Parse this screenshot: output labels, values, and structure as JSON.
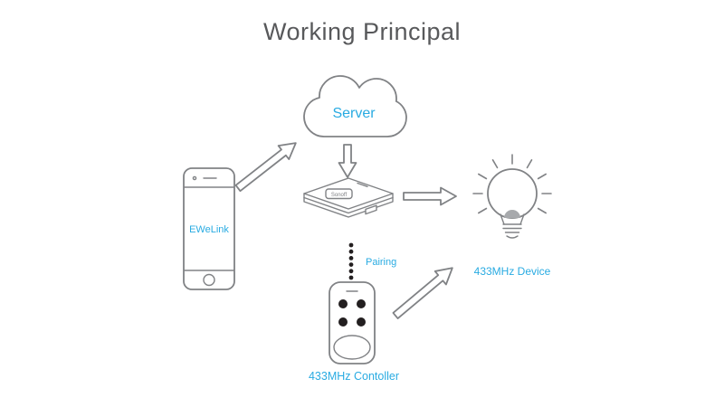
{
  "title": "Working Principal",
  "labels": {
    "server": "Server",
    "app": "EWeLink",
    "pairing": "Pairing",
    "device": "433MHz Device",
    "controller": "433MHz Contoller",
    "hub": "Sonoff"
  },
  "colors": {
    "accent": "#29ABE2",
    "outline": "#808285",
    "title_text": "#58595B",
    "dark": "#231F20",
    "background": "#FFFFFF"
  }
}
